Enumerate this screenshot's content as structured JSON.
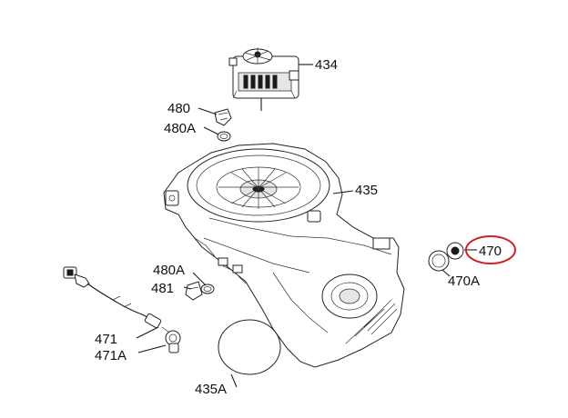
{
  "highlight_color": "#d0202a",
  "line_color": "#1a1a1a",
  "parts": [
    {
      "id": "p434",
      "label": "434"
    },
    {
      "id": "p480",
      "label": "480"
    },
    {
      "id": "p480A_top",
      "label": "480A"
    },
    {
      "id": "p435",
      "label": "435"
    },
    {
      "id": "p470",
      "label": "470",
      "highlighted": true
    },
    {
      "id": "p470A",
      "label": "470A"
    },
    {
      "id": "p480A_bot",
      "label": "480A"
    },
    {
      "id": "p481",
      "label": "481"
    },
    {
      "id": "p471",
      "label": "471"
    },
    {
      "id": "p471A",
      "label": "471A"
    },
    {
      "id": "p435A",
      "label": "435A"
    }
  ]
}
